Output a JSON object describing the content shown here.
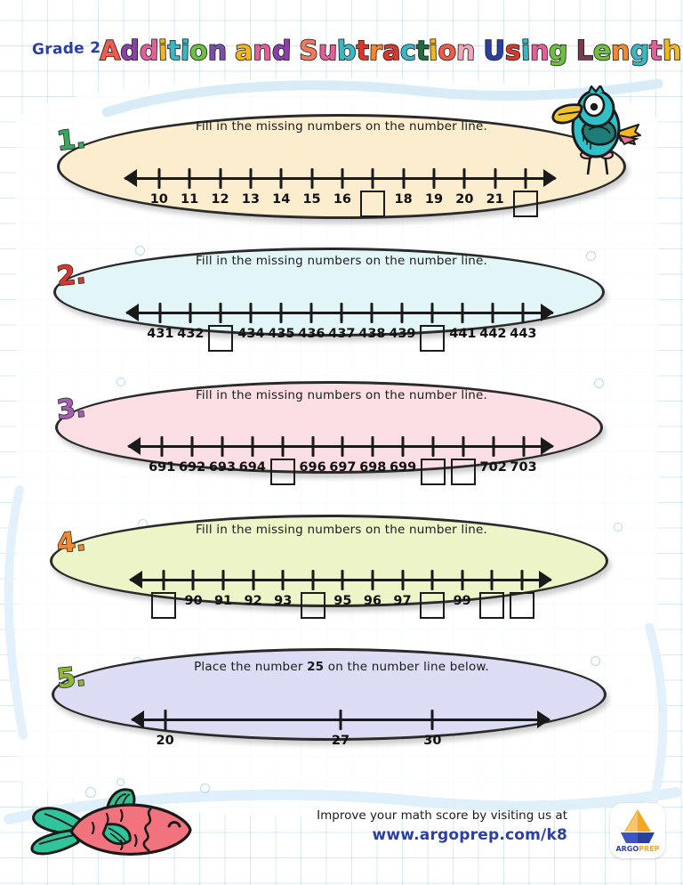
{
  "header": {
    "grade_label": "Grade 2",
    "title_text": "Addition and Subtraction Using Length",
    "title_letters": [
      {
        "ch": "A",
        "color": "#ef5b4c"
      },
      {
        "ch": "d",
        "color": "#8b3fa8"
      },
      {
        "ch": "d",
        "color": "#e35f9a"
      },
      {
        "ch": "i",
        "color": "#f2b61e"
      },
      {
        "ch": "t",
        "color": "#3bb7c4"
      },
      {
        "ch": "i",
        "color": "#3bb7c4"
      },
      {
        "ch": "o",
        "color": "#6cbf3f"
      },
      {
        "ch": "n",
        "color": "#7b4fa8"
      },
      {
        "ch": " ",
        "color": "#000000"
      },
      {
        "ch": "a",
        "color": "#f2b61e"
      },
      {
        "ch": "n",
        "color": "#e35f9a"
      },
      {
        "ch": "d",
        "color": "#8b3fa8"
      },
      {
        "ch": " ",
        "color": "#000000"
      },
      {
        "ch": "S",
        "color": "#ef7a5c"
      },
      {
        "ch": "u",
        "color": "#e35f9a"
      },
      {
        "ch": "b",
        "color": "#3bb7c4"
      },
      {
        "ch": "t",
        "color": "#d8392e"
      },
      {
        "ch": "r",
        "color": "#f08a2e"
      },
      {
        "ch": "a",
        "color": "#d8392e"
      },
      {
        "ch": "c",
        "color": "#3bb7c4"
      },
      {
        "ch": "t",
        "color": "#1d6e3c"
      },
      {
        "ch": "i",
        "color": "#f2b61e"
      },
      {
        "ch": "o",
        "color": "#ef5b4c"
      },
      {
        "ch": "n",
        "color": "#f0a8b8"
      },
      {
        "ch": " ",
        "color": "#000000"
      },
      {
        "ch": "U",
        "color": "#2b3fa0"
      },
      {
        "ch": "s",
        "color": "#d8392e"
      },
      {
        "ch": "i",
        "color": "#3bb7c4"
      },
      {
        "ch": "n",
        "color": "#e35f9a"
      },
      {
        "ch": "g",
        "color": "#6cbf3f"
      },
      {
        "ch": " ",
        "color": "#000000"
      },
      {
        "ch": "L",
        "color": "#7a3a52"
      },
      {
        "ch": "e",
        "color": "#6cbf3f"
      },
      {
        "ch": "n",
        "color": "#f08a2e"
      },
      {
        "ch": "g",
        "color": "#3bb7c4"
      },
      {
        "ch": "t",
        "color": "#e35f9a"
      },
      {
        "ch": "h",
        "color": "#f2b61e"
      }
    ]
  },
  "exercises": [
    {
      "number": "1.",
      "number_color": "#3aa85a",
      "prompt": "Fill in the missing numbers on the number line.",
      "fill_color": "#fbedcd",
      "items": [
        "10",
        "11",
        "12",
        "13",
        "14",
        "15",
        "16",
        "",
        "18",
        "19",
        "20",
        "21",
        ""
      ]
    },
    {
      "number": "2.",
      "number_color": "#d8392e",
      "prompt": "Fill in the missing numbers on the number line.",
      "fill_color": "#e2f6f8",
      "items": [
        "431",
        "432",
        "",
        "434",
        "435",
        "436",
        "437",
        "438",
        "439",
        "",
        "441",
        "442",
        "443"
      ]
    },
    {
      "number": "3.",
      "number_color": "#a45fae",
      "prompt": "Fill in the missing numbers on the number line.",
      "fill_color": "#fbdfe4",
      "items": [
        "691",
        "692",
        "693",
        "694",
        "",
        "696",
        "697",
        "698",
        "699",
        "",
        "",
        "702",
        "703"
      ]
    },
    {
      "number": "4.",
      "number_color": "#f08a2e",
      "prompt": "Fill in the missing numbers on the number line.",
      "fill_color": "#edf4c8",
      "items": [
        "",
        "90",
        "91",
        "92",
        "93",
        "",
        "95",
        "96",
        "97",
        "",
        "99",
        "",
        ""
      ]
    },
    {
      "number": "5.",
      "number_color": "#8cb832",
      "prompt_pre": "Place the number ",
      "prompt_bold": "25",
      "prompt_post": " on the number line below.",
      "fill_color": "#dcdcf5",
      "ticks": [
        {
          "label": "20",
          "pos": 8
        },
        {
          "label": "27",
          "pos": 50
        },
        {
          "label": "30",
          "pos": 72
        }
      ]
    }
  ],
  "footer": {
    "line1": "Improve your math score by visiting us at",
    "line2": "www.argoprep.com/k8",
    "logo_argo": "ARGO",
    "logo_prep": "PREP",
    "logo_argo_color": "#2b3fa0",
    "logo_prep_color": "#f5a623"
  },
  "decorations": {
    "toucan": "toucan-bird",
    "fish": "fish"
  }
}
